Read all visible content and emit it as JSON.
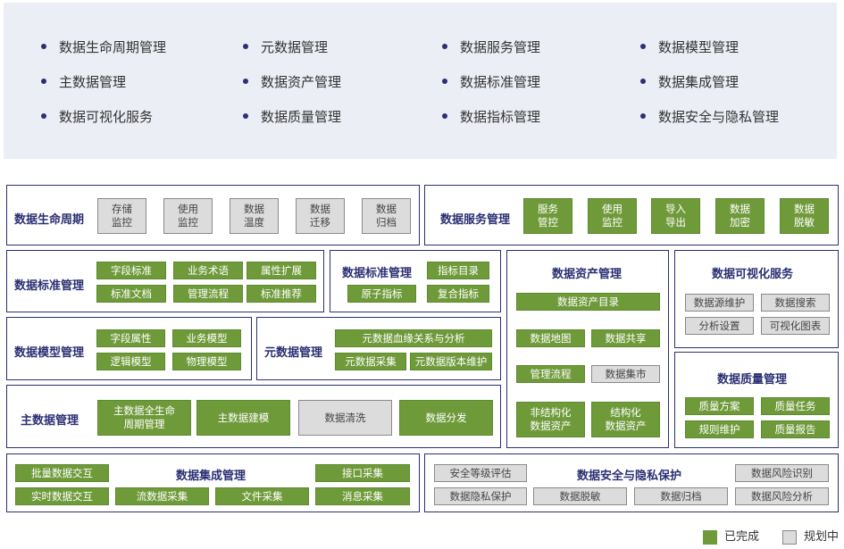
{
  "bullets": [
    [
      "数据生命周期管理",
      "元数据管理",
      "数据服务管理",
      "数据模型管理"
    ],
    [
      "主数据管理",
      "数据资产管理",
      "数据标准管理",
      "数据集成管理"
    ],
    [
      "数据可视化服务",
      "数据质量管理",
      "数据指标管理",
      "数据安全与隐私管理"
    ]
  ],
  "panels": {
    "lifecycle": {
      "title": "数据生命周期",
      "chips": [
        "存储\n监控",
        "使用\n监控",
        "数据\n温度",
        "数据\n迁移",
        "数据\n归档"
      ]
    },
    "service": {
      "title": "数据服务管理",
      "chips": [
        "服务\n管控",
        "使用\n监控",
        "导入\n导出",
        "数据\n加密",
        "数据\n脱敏"
      ]
    },
    "standard": {
      "title": "数据标准管理",
      "chips": [
        "字段标准",
        "业务术语",
        "属性扩展",
        "标准文档",
        "管理流程",
        "标准推荐"
      ]
    },
    "indicator": {
      "title": "数据标准管理",
      "chips": [
        "指标目录",
        "原子指标",
        "复合指标"
      ]
    },
    "asset": {
      "title": "数据资产管理",
      "chips": [
        "数据资产目录",
        "数据地图",
        "数据共享",
        "管理流程",
        "数据集市",
        "非结构化\n数据资产",
        "结构化\n数据资产"
      ]
    },
    "visual": {
      "title": "数据可视化服务",
      "chips": [
        "数据源维护",
        "数据搜索",
        "分析设置",
        "可视化图表"
      ]
    },
    "model": {
      "title": "数据模型管理",
      "chips": [
        "字段属性",
        "业务模型",
        "逻辑模型",
        "物理模型"
      ]
    },
    "meta": {
      "title": "元数据管理",
      "chips": [
        "元数据血缘关系与分析",
        "元数据采集",
        "元数据版本维护"
      ]
    },
    "quality": {
      "title": "数据质量管理",
      "chips": [
        "质量方案",
        "质量任务",
        "规则维护",
        "质量报告"
      ]
    },
    "master": {
      "title": "主数据管理",
      "chips": [
        "主数据全生命\n周期管理",
        "主数据建模",
        "数据清洗",
        "数据分发"
      ]
    },
    "integration": {
      "title": "数据集成管理",
      "chips": [
        "批量数据交互",
        "接口采集",
        "实时数据交互",
        "流数据采集",
        "文件采集",
        "消息采集"
      ]
    },
    "security": {
      "title": "数据安全与隐私保护",
      "chips": [
        "安全等级评估",
        "数据风险识别",
        "数据隐私保护",
        "数据脱敏",
        "数据归档",
        "数据风险分析"
      ]
    }
  },
  "legend": {
    "done": "已完成",
    "planned": "规划中"
  },
  "colors": {
    "done": "#6f9a3a",
    "planned": "#dcdcdc",
    "border": "#2b2f73",
    "bullet_bg": "#eceef5"
  }
}
